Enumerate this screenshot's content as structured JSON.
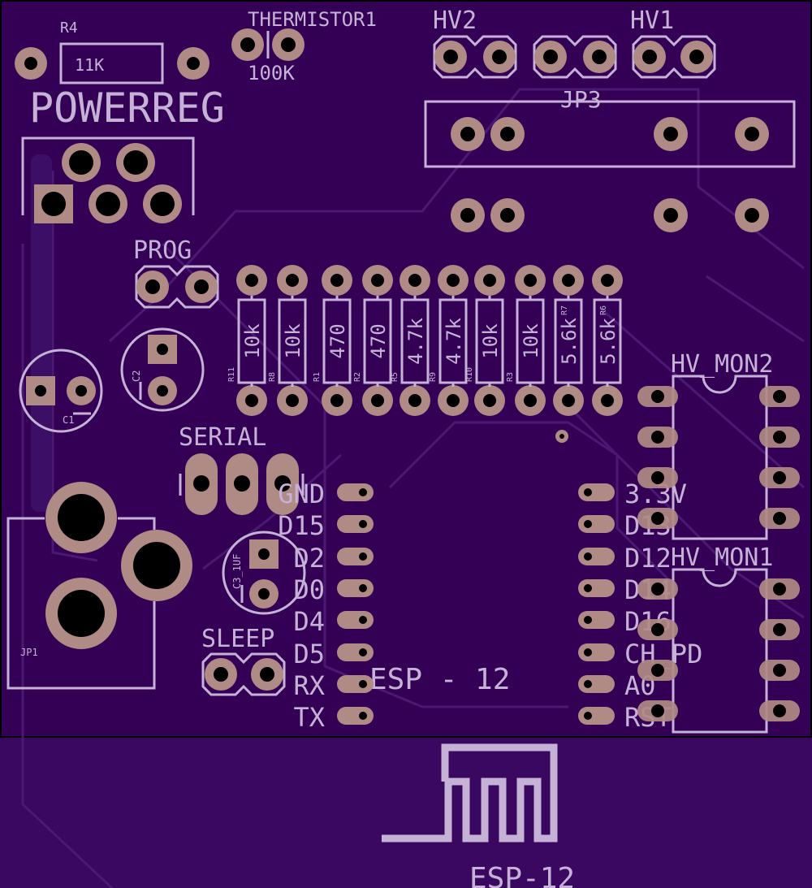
{
  "colors": {
    "board": "#330055",
    "pad": "#b08a85",
    "silkscreen": "#c6b2d6",
    "hole": "#000000"
  },
  "power": {
    "title": "POWERREG",
    "r4_name": "R4",
    "r4_value": "11K",
    "thermistor_name": "THERMISTOR1",
    "thermistor_value": "100K"
  },
  "headers": {
    "hv2": "HV2",
    "hv1": "HV1",
    "jp3": "JP3",
    "prog": "PROG",
    "serial": "SERIAL",
    "sleep": "SLEEP",
    "jp1": "JP1"
  },
  "caps": {
    "c1": "C1",
    "c2": "C2",
    "c3": "C3_1UF"
  },
  "resistors": [
    {
      "name": "R11",
      "value": "10k"
    },
    {
      "name": "R8",
      "value": "10k"
    },
    {
      "name": "R1",
      "value": "470"
    },
    {
      "name": "R2",
      "value": "470"
    },
    {
      "name": "R5",
      "value": "4.7k"
    },
    {
      "name": "R9",
      "value": "4.7k"
    },
    {
      "name": "R10",
      "value": "10k"
    },
    {
      "name": "R3",
      "value": "10k"
    },
    {
      "name": "R7",
      "value": "5.6k"
    },
    {
      "name": "R6",
      "value": "5.6k"
    }
  ],
  "esp": {
    "label": "ESP - 12",
    "module_label": "ESP-12",
    "left_pins": [
      "GND",
      "D15",
      "D2",
      "D0",
      "D4",
      "D5",
      "RX",
      "TX"
    ],
    "right_pins": [
      "3.3V",
      "D13",
      "D12",
      "D14",
      "D16",
      "CH_PD",
      "A0",
      "RST"
    ]
  },
  "monitors": {
    "hv_mon2": "HV_MON2",
    "hv_mon1": "HV_MON1"
  }
}
